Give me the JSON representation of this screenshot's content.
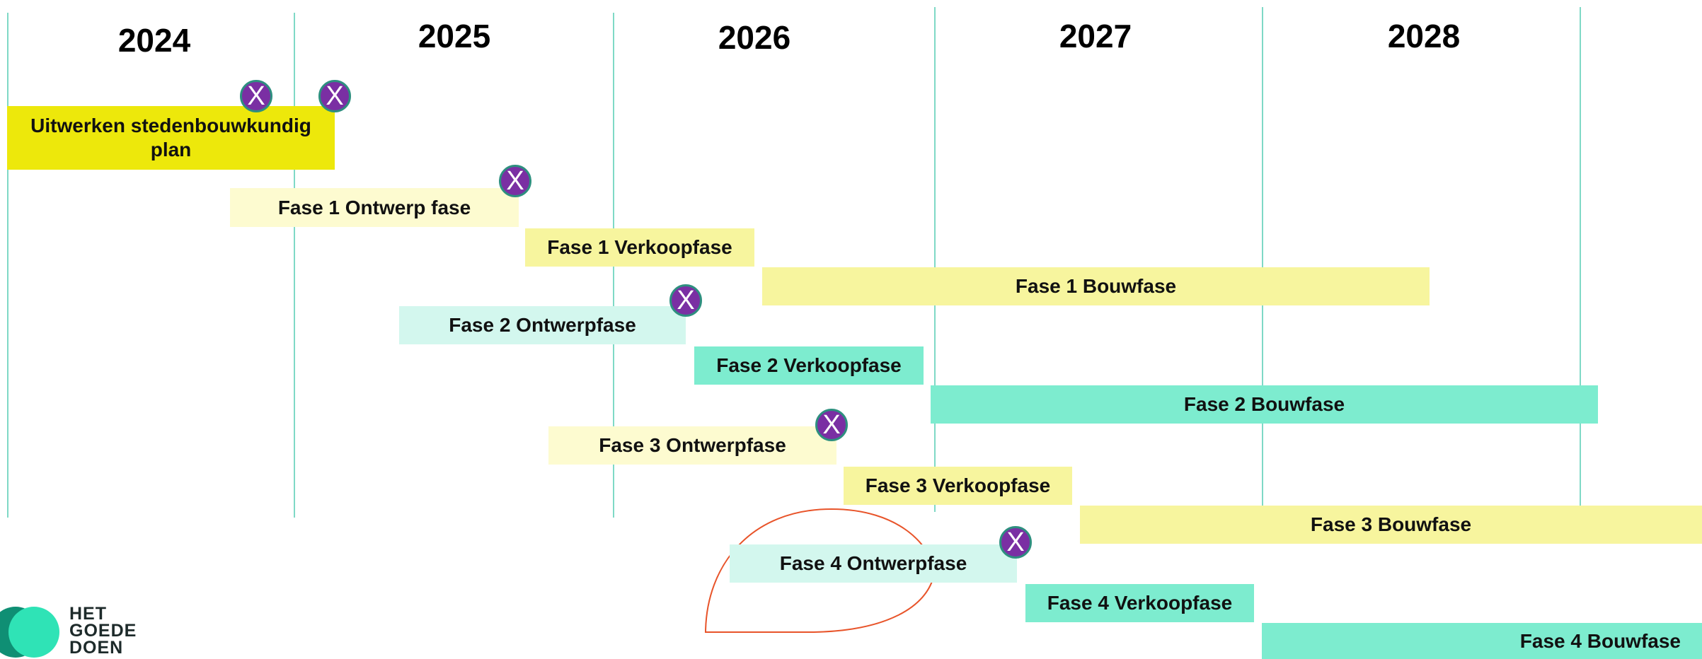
{
  "years": [
    "2024",
    "2025",
    "2026",
    "2027",
    "2028"
  ],
  "phases": {
    "uitwerken": "Uitwerken stedenbouwkundig plan",
    "f1_ontwerp": "Fase 1 Ontwerp fase",
    "f1_verkoop": "Fase 1 Verkoopfase",
    "f1_bouw": "Fase 1 Bouwfase",
    "f2_ontwerp": "Fase 2 Ontwerpfase",
    "f2_verkoop": "Fase 2 Verkoopfase",
    "f2_bouw": "Fase 2 Bouwfase",
    "f3_ontwerp": "Fase 3 Ontwerpfase",
    "f3_verkoop": "Fase 3 Verkoopfase",
    "f3_bouw": "Fase 3 Bouwfase",
    "f4_ontwerp": "Fase 4 Ontwerpfase",
    "f4_verkoop": "Fase 4 Verkoopfase",
    "f4_bouw": "Fase 4 Bouwfase"
  },
  "milestone_symbol": "X",
  "logo": {
    "line1": "HET",
    "line2": "GOEDE",
    "line3": "DOEN"
  },
  "colors": {
    "gridline": "#7fd9c6",
    "phase_yellow_strong": "#ede80b",
    "phase_yellow_light": "#fdfbd0",
    "phase_yellow": "#f7f59e",
    "phase_mint_light": "#d3f7ee",
    "phase_mint": "#7deccf",
    "milestone_fill": "#7a2fa3",
    "annotation_stroke": "#e8542a",
    "logo_teal": "#1bbd97"
  }
}
